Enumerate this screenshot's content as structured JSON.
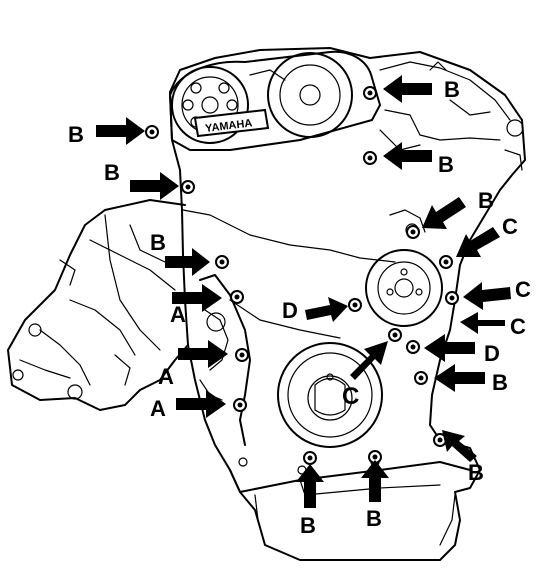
{
  "diagram": {
    "brand_text": "YAMAHA",
    "callouts": [
      {
        "id": "b1",
        "label": "B"
      },
      {
        "id": "b2",
        "label": "B"
      },
      {
        "id": "b3",
        "label": "B"
      },
      {
        "id": "b4",
        "label": "B"
      },
      {
        "id": "b5",
        "label": "B"
      },
      {
        "id": "b6",
        "label": "B"
      },
      {
        "id": "b7",
        "label": "B"
      },
      {
        "id": "b8",
        "label": "B"
      },
      {
        "id": "b9",
        "label": "B"
      },
      {
        "id": "b10",
        "label": "B"
      },
      {
        "id": "c1",
        "label": "C"
      },
      {
        "id": "c2",
        "label": "C"
      },
      {
        "id": "c3",
        "label": "C"
      },
      {
        "id": "c4",
        "label": "C"
      },
      {
        "id": "d1",
        "label": "D"
      },
      {
        "id": "d2",
        "label": "D"
      },
      {
        "id": "a1",
        "label": "A"
      },
      {
        "id": "a2",
        "label": "A"
      },
      {
        "id": "a3",
        "label": "A"
      }
    ]
  }
}
